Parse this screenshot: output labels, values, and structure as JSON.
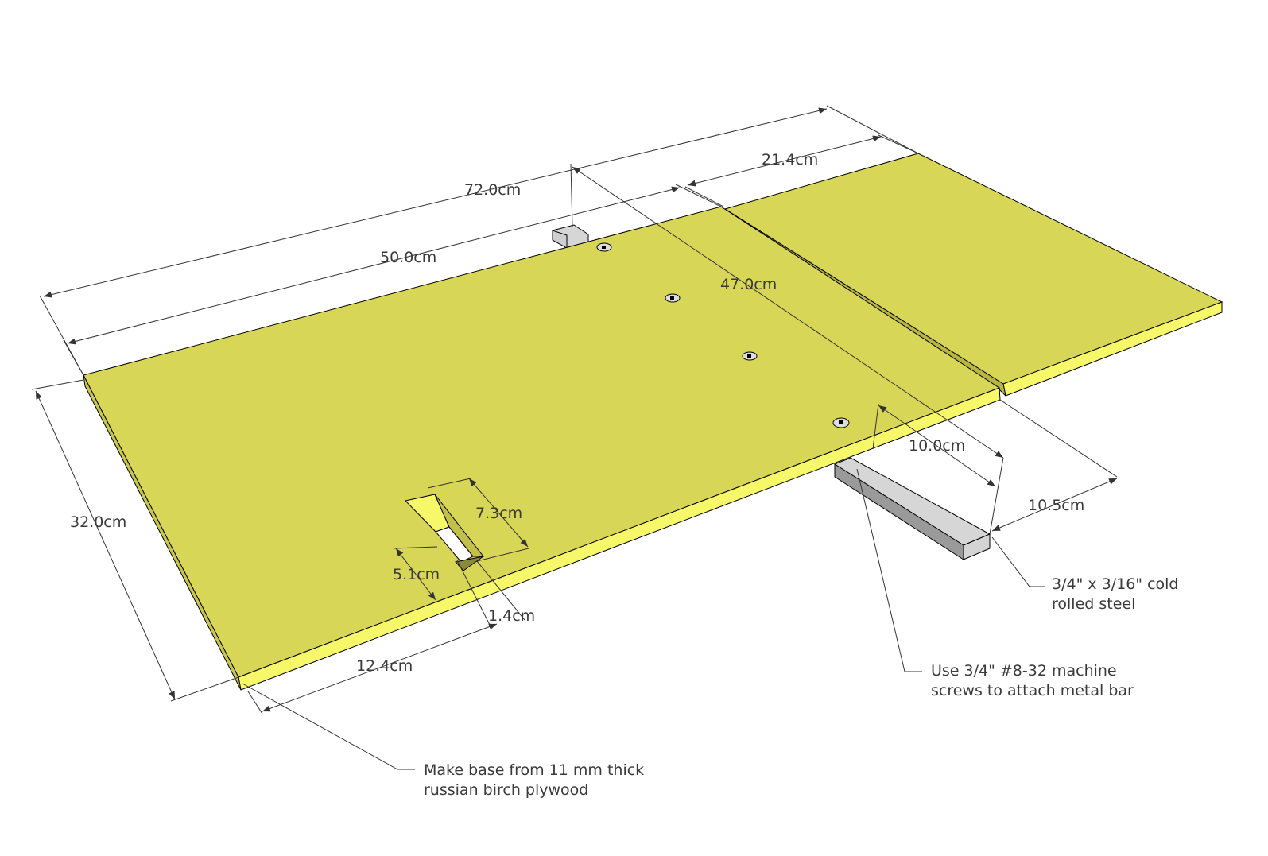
{
  "dimensions": {
    "overall_length": "72.0cm",
    "base_length": "50.0cm",
    "extension_length": "21.4cm",
    "bar_offset": "47.0cm",
    "width": "32.0cm",
    "slot_length": "7.3cm",
    "slot_offset": "5.1cm",
    "slot_width": "1.4cm",
    "slot_from_edge": "12.4cm",
    "bar_from_edge": "10.0cm",
    "bar_to_extension": "10.5cm"
  },
  "notes": {
    "steel_line1": "3/4\" x 3/16\" cold",
    "steel_line2": "rolled steel",
    "screws_line1": "Use 3/4\" #8-32 machine",
    "screws_line2": "screws to attach metal bar",
    "base_line1": "Make base from 11 mm thick",
    "base_line2": "russian birch plywood"
  },
  "colors": {
    "board_top": "#d8d656",
    "board_edge": "#f7f76a",
    "bar_top": "#d6d6d6",
    "bar_side": "#9a9a9a"
  }
}
